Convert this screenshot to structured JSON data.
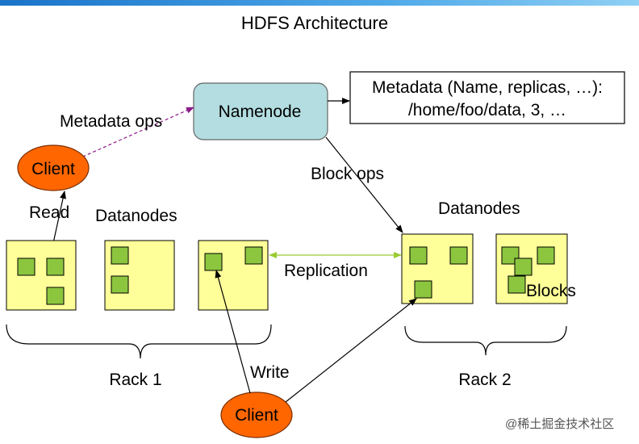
{
  "title": "HDFS Architecture",
  "namenode": {
    "label": "Namenode"
  },
  "metadata": {
    "line1": "Metadata (Name, replicas, …):",
    "line2": "/home/foo/data, 3, …"
  },
  "labels": {
    "metadata_ops": "Metadata ops",
    "block_ops": "Block ops",
    "read": "Read",
    "write": "Write",
    "replication": "Replication",
    "blocks": "Blocks"
  },
  "clients": {
    "top": "Client",
    "bottom": "Client"
  },
  "racks": {
    "rack1": {
      "label": "Rack 1",
      "datanodes_label": "Datanodes"
    },
    "rack2": {
      "label": "Rack 2",
      "datanodes_label": "Datanodes"
    }
  },
  "watermark": "@稀土掘金技术社区",
  "colors": {
    "namenode_fill": "#b3dde0",
    "datanode_fill": "#ffff99",
    "block_fill": "#8cc63f",
    "client_fill": "#ff6600",
    "title_bar": "#2a85d8"
  }
}
